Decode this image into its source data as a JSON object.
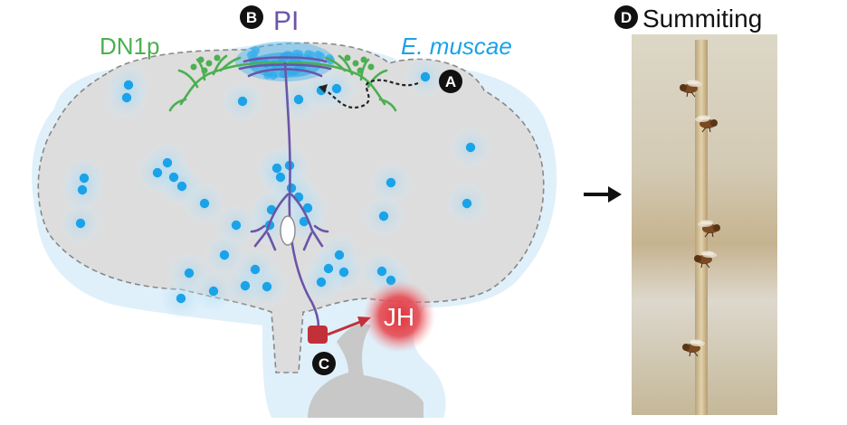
{
  "labels": {
    "dn1p": "DN1p",
    "pi": "PI",
    "e_muscae": "E. muscae",
    "jh": "JH",
    "summiting": "Summiting"
  },
  "markers": {
    "a": "A",
    "b": "B",
    "c": "C",
    "d": "D"
  },
  "colors": {
    "dn1p_green": "#4caf50",
    "pi_purple": "#6a55a8",
    "fungus_blue": "#1aa3e8",
    "halo_blue": "#cfe9f7",
    "jh_red": "#e0323c",
    "brain_gray": "#dddddd",
    "stick": "#d6c39a"
  }
}
